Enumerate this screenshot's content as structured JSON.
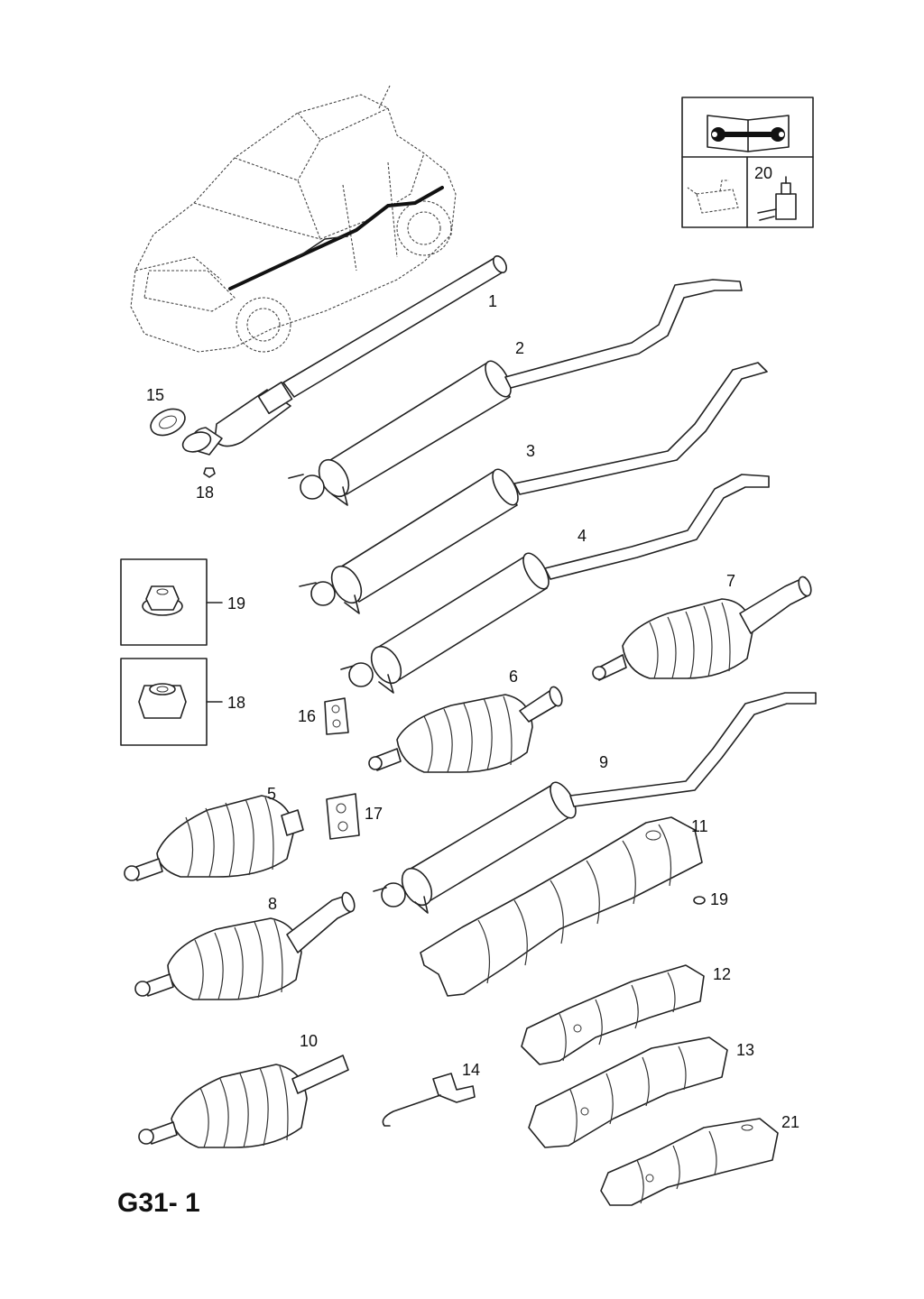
{
  "diagram_code": "G31- 1",
  "callouts": {
    "p1": "1",
    "p2": "2",
    "p3": "3",
    "p4": "4",
    "p5": "5",
    "p6": "6",
    "p7": "7",
    "p8": "8",
    "p9": "9",
    "p10": "10",
    "p11": "11",
    "p12": "12",
    "p13": "13",
    "p14": "14",
    "p15": "15",
    "p16": "16",
    "p17": "17",
    "p18a": "18",
    "p18b": "18",
    "p19a": "19",
    "p19b": "19",
    "p20": "20",
    "p21": "21"
  },
  "icons": {
    "manual": "manual-wrench-icon",
    "oil_can": "oil-can-icon",
    "sealant": "sealant-bottle-icon"
  }
}
